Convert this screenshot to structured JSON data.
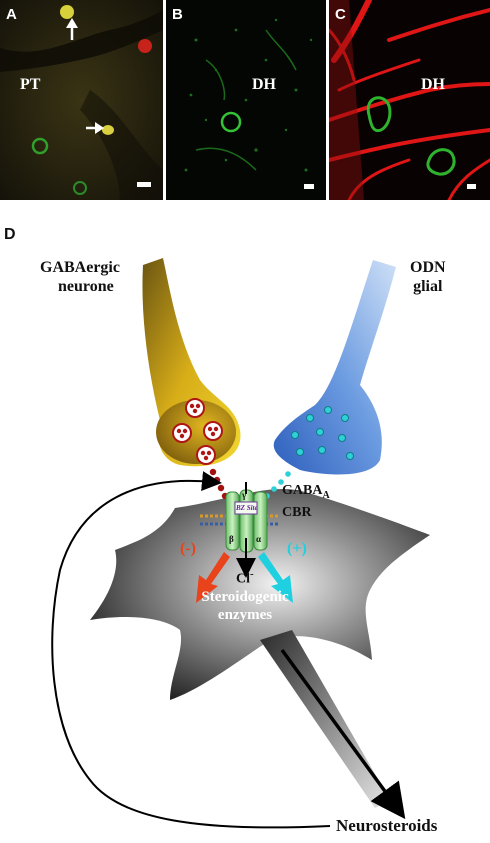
{
  "panels": [
    {
      "letter": "A",
      "region": "PT"
    },
    {
      "letter": "B",
      "region": "DH"
    },
    {
      "letter": "C",
      "region": "DH"
    }
  ],
  "diagram": {
    "letter": "D",
    "gaba_neurone": [
      "GABAergic",
      "neurone"
    ],
    "odn_glial": [
      "ODN",
      "glial"
    ],
    "receptor": {
      "line1": "GABA",
      "subscript": "A",
      "line2": "CBR"
    },
    "bz_site": "BZ Site",
    "subunits": {
      "gamma": "γ",
      "beta": "β",
      "alpha": "α"
    },
    "chloride": "Cl",
    "chloride_sup": "-",
    "negative": "(-)",
    "positive": "(+)",
    "enzymes": [
      "Steroidogenic",
      "enzymes"
    ],
    "output": "Neurosteroids"
  },
  "colors": {
    "gaba_gold": "#d9b21c",
    "odn_blue": "#5b8fd8",
    "inhibit_red": "#e8431a",
    "stimulate_cyan": "#1fd0e0",
    "vesicle_red": "#b01515",
    "receptor_green": "#8fd98a"
  }
}
